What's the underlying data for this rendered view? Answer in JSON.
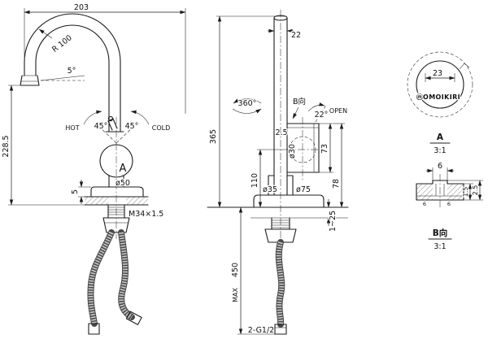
{
  "side_view": {
    "dim_reach": "203",
    "radius": "R 100",
    "angle_spout": "5°",
    "dim_height": "228.5",
    "label_hot": "HOT",
    "label_cold": "COLD",
    "angle_left": "45°",
    "angle_right": "45°",
    "detail_marker": "A",
    "dim_base_dia": "ø50",
    "dim_base_thk": "5",
    "thread": "M34×1.5"
  },
  "front_view": {
    "dim_pipe": "22",
    "dim_height": "365",
    "rotation": "360°",
    "view_marker": "B向",
    "dim_lip": "2.5",
    "angle_open": "22°",
    "label_open": "OPEN",
    "dim_outlet_dia": "ø30",
    "dim_outlet_len": "73",
    "dim_outlet_h": "78",
    "dim_body_h": "110",
    "dim_body_dia": "ø35",
    "dim_base_dia": "ø75",
    "dim_counter": "1~25",
    "dim_hose": "450",
    "label_max": "MAX",
    "thread": "2-G1/2"
  },
  "detail_a": {
    "dim_width": "23",
    "logo_mark": "ⓜ",
    "brand": "OMOIKIRI",
    "marker": "A",
    "scale": "3:1"
  },
  "detail_b": {
    "dim_width": "6",
    "dim_inner": "1.5",
    "dim_outer": "2.5",
    "dim_small_left": "6",
    "dim_small_right": "6",
    "marker": "B向",
    "scale": "3:1"
  }
}
